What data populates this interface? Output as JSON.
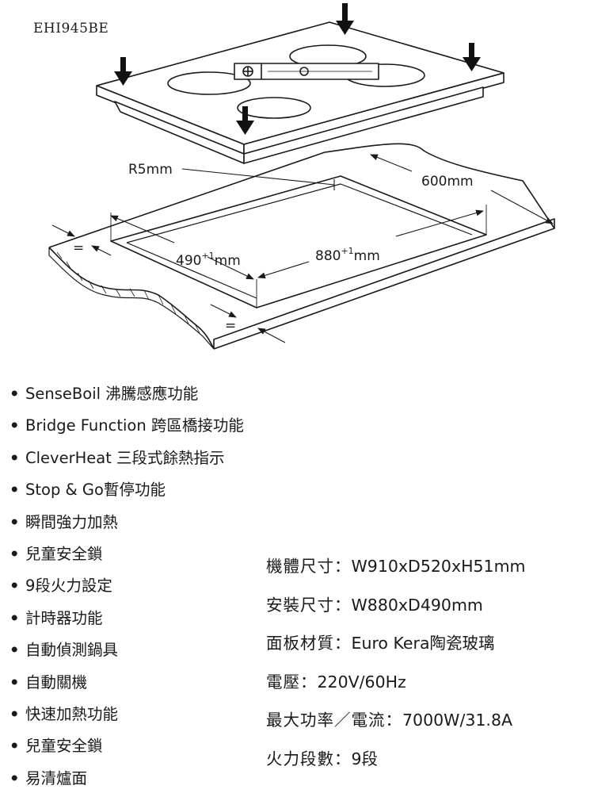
{
  "model": "EHI945BE",
  "diagram": {
    "radius_label": "R5mm",
    "depth_label": "600mm",
    "cutout_depth": {
      "base": "490",
      "tol": "+1",
      "unit": "mm"
    },
    "cutout_width": {
      "base": "880",
      "tol": "+1",
      "unit": "mm"
    },
    "equal_mark": "="
  },
  "features": [
    "SenseBoil 沸騰感應功能",
    "Bridge Function 跨區橋接功能",
    "CleverHeat 三段式餘熱指示",
    "Stop & Go暫停功能",
    "瞬間強力加熱",
    "兒童安全鎖",
    "9段火力設定",
    "計時器功能",
    "自動偵測鍋具",
    "自動關機",
    "快速加熱功能",
    "兒童安全鎖",
    "易清爐面"
  ],
  "bullet": "•",
  "specs": [
    {
      "label": "機體尺寸：",
      "value": "W910xD520xH51mm"
    },
    {
      "label": "安裝尺寸：",
      "value": "W880xD490mm"
    },
    {
      "label": "面板材質：",
      "value": "Euro Kera陶瓷玻璃"
    },
    {
      "label": "電壓：",
      "value": "220V/60Hz"
    },
    {
      "label": "最大功率／電流：",
      "value": "7000W/31.8A"
    },
    {
      "label": "火力段數：",
      "value": "9段"
    }
  ]
}
